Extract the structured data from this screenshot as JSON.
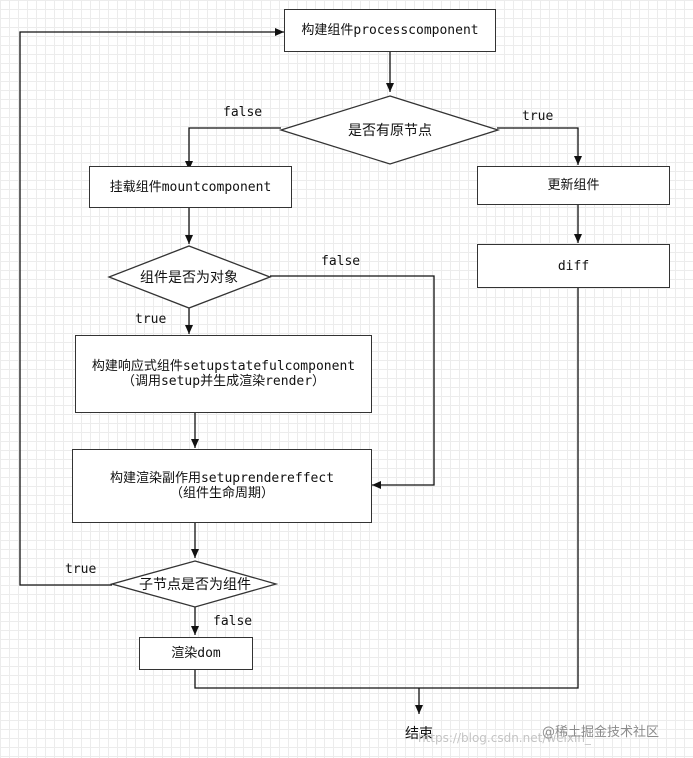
{
  "nodes": {
    "process": "构建组件processcomponent",
    "has_old": "是否有原节点",
    "mount": "挂载组件mountcomponent",
    "update": "更新组件",
    "diff": "diff",
    "is_object": "组件是否为对象",
    "setup_stateful": "构建响应式组件setupstatefulcomponent",
    "setup_stateful_sub": "（调用setup并生成渲染render）",
    "render_effect": "构建渲染副作用setuprendereffect",
    "render_effect_sub": "（组件生命周期）",
    "child_is_component": "子节点是否为组件",
    "render_dom": "渲染dom",
    "end": "结束"
  },
  "edges": {
    "has_old_false": "false",
    "has_old_true": "true",
    "is_object_false": "false",
    "is_object_true": "true",
    "child_true": "true",
    "child_false": "false"
  },
  "watermark": {
    "csdn": "https://blog.csdn.net/weixin_",
    "juejin": "@稀土掘金技术社区"
  }
}
